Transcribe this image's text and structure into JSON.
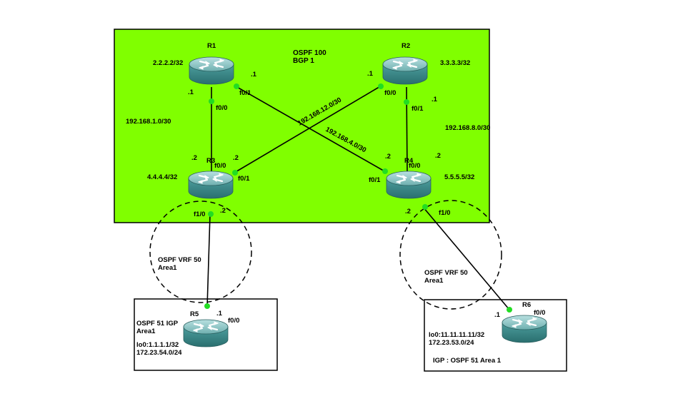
{
  "areas": {
    "core": {
      "label_line1": "OSPF 100",
      "label_line2": "BGP 1",
      "fill": "#80ff00"
    },
    "vrf_left": {
      "line1": "OSPF VRF 50",
      "line2": "Area1"
    },
    "vrf_right": {
      "line1": "OSPF VRF 50",
      "line2": "Area1"
    },
    "site_left": {
      "line1": "OSPF 51 IGP",
      "line2": "Area1",
      "line3": "lo0:1.1.1.1/32",
      "line4": "172.23.54.0/24"
    },
    "site_right": {
      "line1": "lo0:11.11.11.11/32",
      "line2": "172.23.53.0/24",
      "line3": "IGP : OSPF 51 Area 1"
    }
  },
  "routers": {
    "r1": {
      "name": "R1",
      "loopback": "2.2.2.2/32"
    },
    "r2": {
      "name": "R2",
      "loopback": "3.3.3.3/32"
    },
    "r3": {
      "name": "R3",
      "loopback": "4.4.4.4/32"
    },
    "r4": {
      "name": "R4",
      "loopback": "5.5.5.5/32"
    },
    "r5": {
      "name": "R5"
    },
    "r6": {
      "name": "R6"
    }
  },
  "subnets": {
    "r1_r3": "192.168.1.0/30",
    "r2_r3": "192.168.12.0/30",
    "r1_r4": "192.168.4.0/30",
    "r2_r4": "192.168.8.0/30"
  },
  "interfaces": {
    "r1_f00": "f0/0",
    "r1_f01": "f0/1",
    "r1_d1": ".1",
    "r1_d2": ".1",
    "r2_f00": "f0/0",
    "r2_f01": "f0/1",
    "r2_d1": ".1",
    "r2_d2": ".1",
    "r3_f00": "f0/0",
    "r3_f01": "f0/1",
    "r3_f10": "f1/0",
    "r3_d1": ".2",
    "r3_d2": ".2",
    "r3_d3": ".2",
    "r4_f00": "f0/0",
    "r4_f01": "f0/1",
    "r4_f10": "f1/0",
    "r4_d1": ".2",
    "r4_d2": ".2",
    "r4_d3": ".2",
    "r5_f00": "f0/0",
    "r5_d1": ".1",
    "r6_f00": "f0/0",
    "r6_d1": ".1"
  },
  "colors": {
    "router_body": "#3a8c8c",
    "router_top": "#8fc7c7",
    "link": "#000000",
    "port": "#22dd22"
  },
  "icons": {
    "router": "router-icon",
    "port": "port-dot"
  }
}
